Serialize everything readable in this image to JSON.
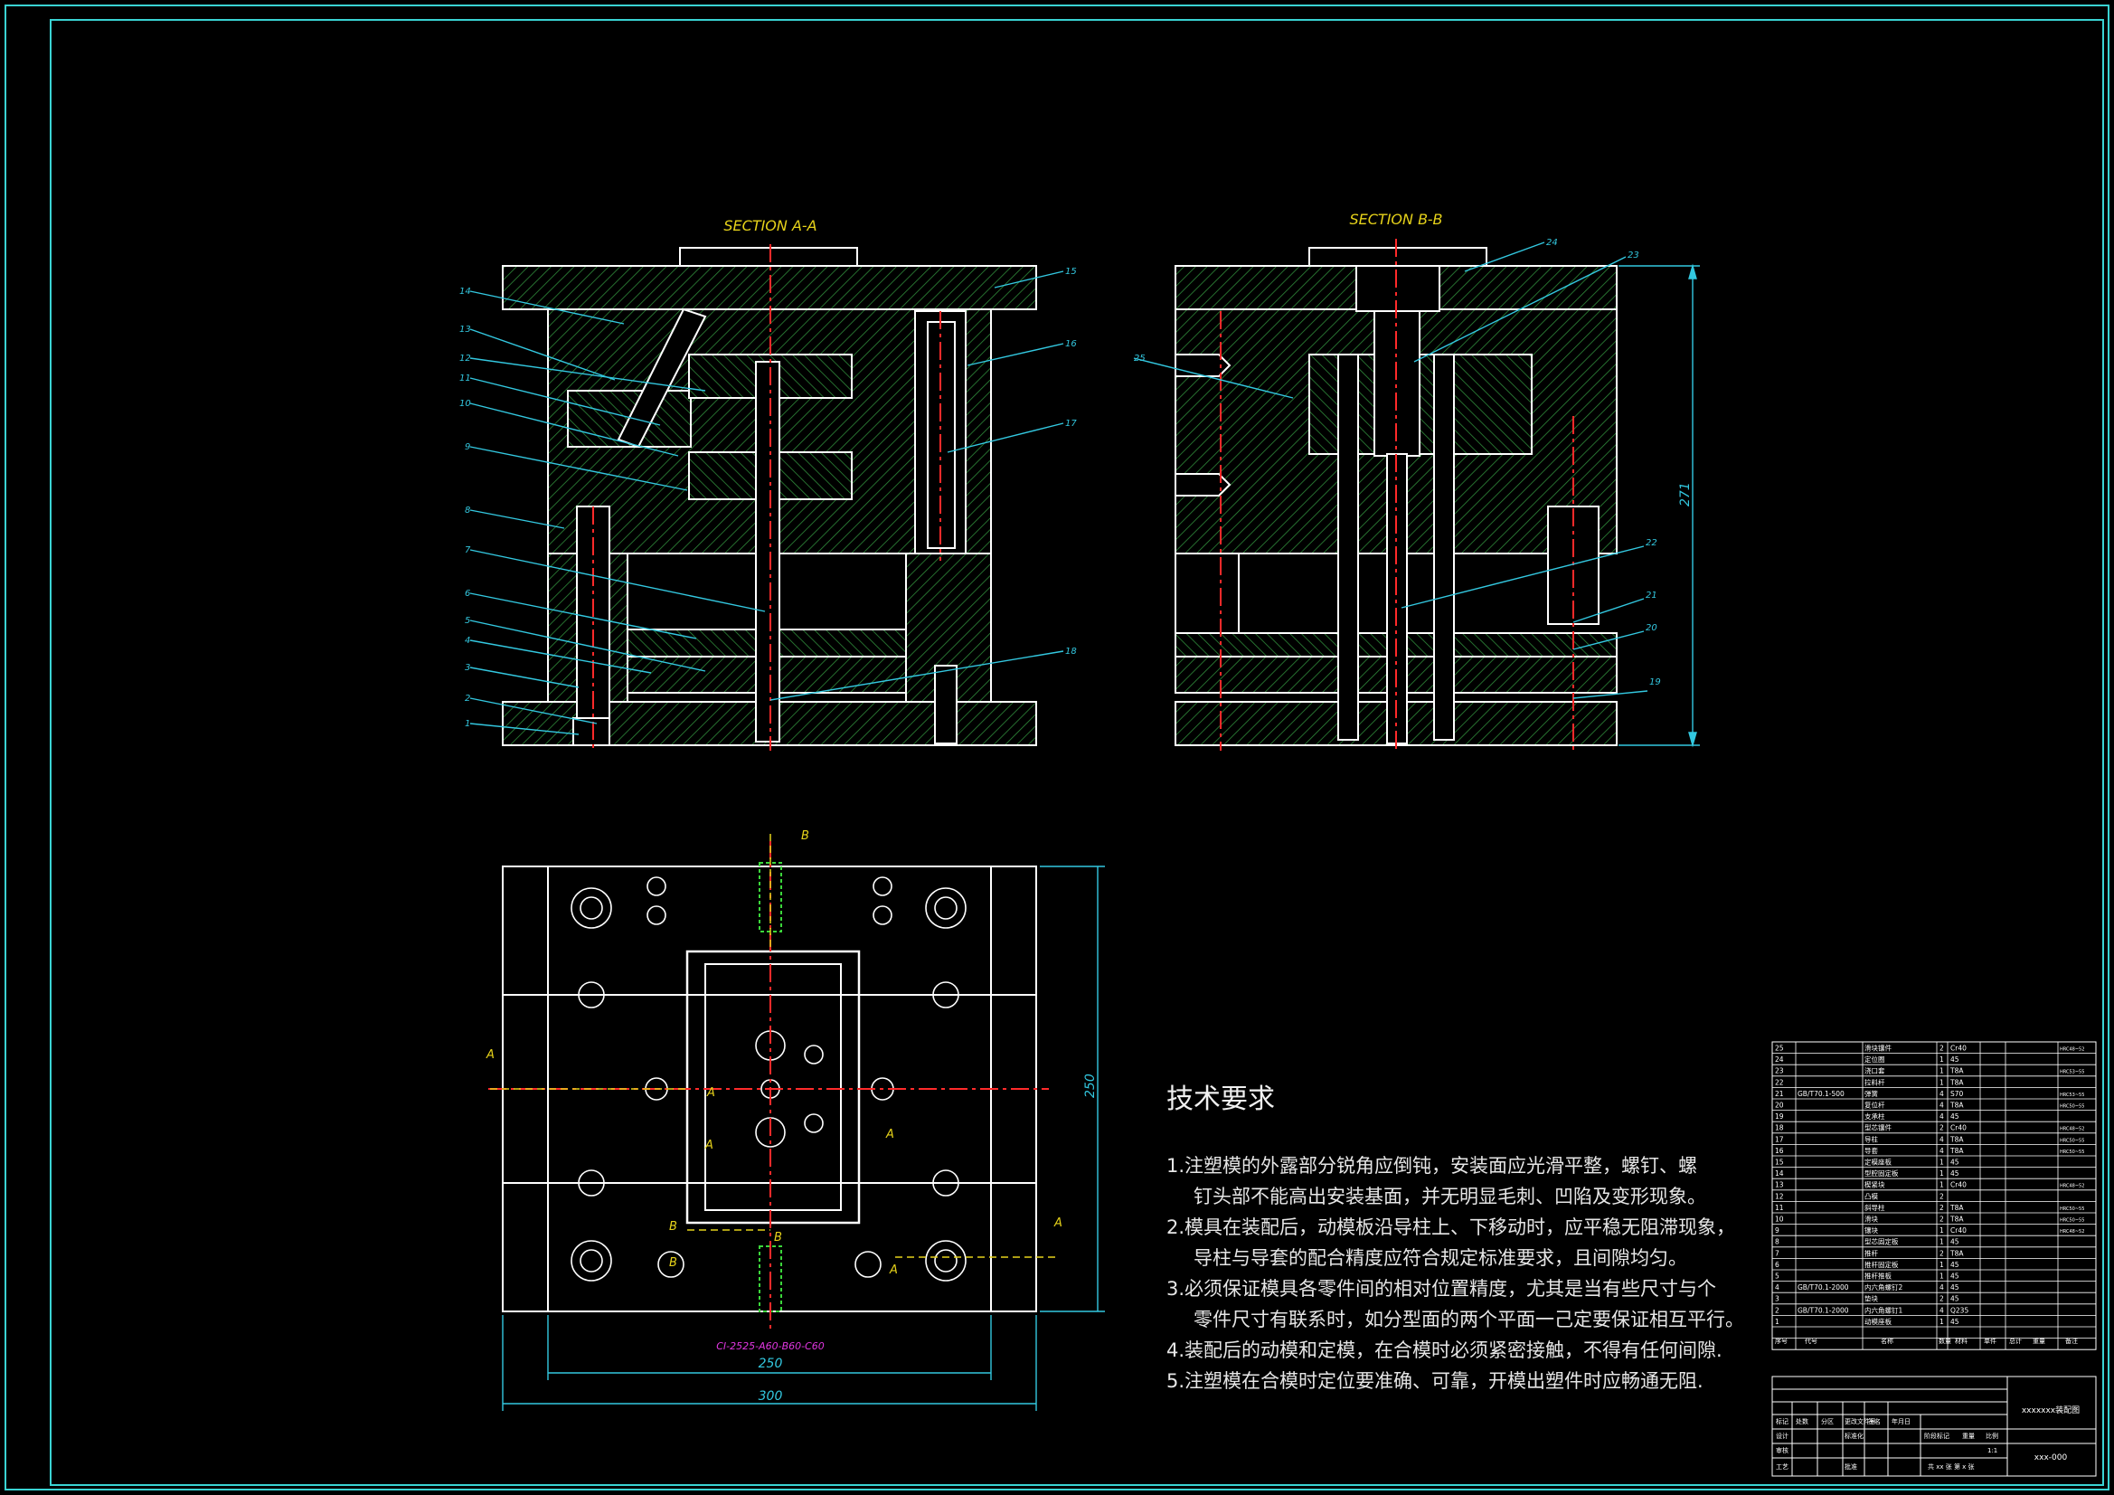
{
  "views": {
    "section_a": {
      "title": "SECTION A-A"
    },
    "section_b": {
      "title": "SECTION B-B"
    },
    "plan": {
      "mold_base_code": "CI-2525-A60-B60-C60",
      "section_marks": [
        "A",
        "A",
        "A",
        "A",
        "A",
        "A",
        "B",
        "B",
        "B",
        "B"
      ]
    }
  },
  "callouts": [
    "1",
    "2",
    "3",
    "4",
    "5",
    "6",
    "7",
    "8",
    "9",
    "10",
    "11",
    "12",
    "13",
    "14",
    "15",
    "16",
    "17",
    "18",
    "19",
    "20",
    "21",
    "22",
    "23",
    "24",
    "25"
  ],
  "dimensions": {
    "height": "271",
    "width_250_plan": "250",
    "width_250_bottom": "250",
    "width_300": "300"
  },
  "technical_requirements": {
    "title": "技术要求",
    "items": [
      "1.注塑模的外露部分锐角应倒钝，安装面应光滑平整，螺钉、螺",
      "钉头部不能高出安装基面，并无明显毛刺、凹陷及变形现象。",
      "2.模具在装配后，动模板沿导柱上、下移动时，应平稳无阻滞现象，",
      "导柱与导套的配合精度应符合规定标准要求，且间隙均匀。",
      "3.必须保证模具各零件间的相对位置精度，尤其是当有些尺寸与个",
      "零件尺寸有联系时，如分型面的两个平面一己定要保证相互平行。",
      "4.装配后的动模和定模，在合模时必须紧密接触，不得有任何间隙.",
      "5.注塑模在合模时定位要准确、可靠，开模出塑件时应畅通无阻."
    ]
  },
  "bom": {
    "rows": [
      {
        "no": "25",
        "std": "",
        "name": "滑块镶件",
        "qty": "2",
        "mat": "Cr40",
        "note": "HRC48~52"
      },
      {
        "no": "24",
        "std": "",
        "name": "定位圈",
        "qty": "1",
        "mat": "45",
        "note": ""
      },
      {
        "no": "23",
        "std": "",
        "name": "浇口套",
        "qty": "1",
        "mat": "T8A",
        "note": "HRC53~55"
      },
      {
        "no": "22",
        "std": "",
        "name": "拉料杆",
        "qty": "1",
        "mat": "T8A",
        "note": ""
      },
      {
        "no": "21",
        "std": "GB/T70.1-500",
        "name": "弹簧",
        "qty": "4",
        "mat": "S70",
        "note": "HRC53~55"
      },
      {
        "no": "20",
        "std": "",
        "name": "复位杆",
        "qty": "4",
        "mat": "T8A",
        "note": "HRC50~55"
      },
      {
        "no": "19",
        "std": "",
        "name": "支承柱",
        "qty": "4",
        "mat": "45",
        "note": ""
      },
      {
        "no": "18",
        "std": "",
        "name": "型芯镶件",
        "qty": "2",
        "mat": "Cr40",
        "note": "HRC48~52"
      },
      {
        "no": "17",
        "std": "",
        "name": "导柱",
        "qty": "4",
        "mat": "T8A",
        "note": "HRC50~55"
      },
      {
        "no": "16",
        "std": "",
        "name": "导套",
        "qty": "4",
        "mat": "T8A",
        "note": "HRC50~55"
      },
      {
        "no": "15",
        "std": "",
        "name": "定模座板",
        "qty": "1",
        "mat": "45",
        "note": ""
      },
      {
        "no": "14",
        "std": "",
        "name": "型腔固定板",
        "qty": "1",
        "mat": "45",
        "note": ""
      },
      {
        "no": "13",
        "std": "",
        "name": "楔紧块",
        "qty": "1",
        "mat": "Cr40",
        "note": "HRC48~52"
      },
      {
        "no": "12",
        "std": "",
        "name": "凸模",
        "qty": "2",
        "mat": "",
        "note": ""
      },
      {
        "no": "11",
        "std": "",
        "name": "斜导柱",
        "qty": "2",
        "mat": "T8A",
        "note": "HRC50~55"
      },
      {
        "no": "10",
        "std": "",
        "name": "滑块",
        "qty": "2",
        "mat": "T8A",
        "note": "HRC50~55"
      },
      {
        "no": "9",
        "std": "",
        "name": "镶块",
        "qty": "1",
        "mat": "Cr40",
        "note": "HRC48~52"
      },
      {
        "no": "8",
        "std": "",
        "name": "型芯固定板",
        "qty": "1",
        "mat": "45",
        "note": ""
      },
      {
        "no": "7",
        "std": "",
        "name": "推杆",
        "qty": "2",
        "mat": "T8A",
        "note": ""
      },
      {
        "no": "6",
        "std": "",
        "name": "推杆固定板",
        "qty": "1",
        "mat": "45",
        "note": ""
      },
      {
        "no": "5",
        "std": "",
        "name": "推杆推板",
        "qty": "1",
        "mat": "45",
        "note": ""
      },
      {
        "no": "4",
        "std": "GB/T70.1-2000",
        "name": "内六角螺钉2",
        "qty": "4",
        "mat": "45",
        "note": ""
      },
      {
        "no": "3",
        "std": "",
        "name": "垫块",
        "qty": "2",
        "mat": "45",
        "note": ""
      },
      {
        "no": "2",
        "std": "GB/T70.1-2000",
        "name": "内六角螺钉1",
        "qty": "4",
        "mat": "Q235",
        "note": ""
      },
      {
        "no": "1",
        "std": "",
        "name": "动模座板",
        "qty": "1",
        "mat": "45",
        "note": ""
      }
    ],
    "header": {
      "no": "序号",
      "std": "代号",
      "name": "名称",
      "qty": "数量",
      "mat": "材料",
      "single": "单件",
      "total": "总计",
      "weight": "重量",
      "note": "备注"
    }
  },
  "title_block": {
    "drawing_name": "xxxxxxx装配图",
    "drawing_no": "xxx-000",
    "scale": "1:1",
    "sheets": "共 xx 张  第 x 张",
    "labels": {
      "mark": "标记",
      "count": "处数",
      "zone": "分区",
      "change_doc": "更改文件号",
      "signature": "签名",
      "date": "年月日",
      "design": "设计",
      "standardize": "标准化",
      "review": "审核",
      "process": "工艺",
      "approve": "批准",
      "stage_mark": "阶段标记",
      "weight": "重量",
      "ratio": "比例"
    }
  },
  "colors": {
    "outline": "#ffffff",
    "hatch": "#2f8a3a",
    "frame": "#3ad3d3",
    "leader": "#33c8e0",
    "center": "#ff2a2a",
    "title_yellow": "#e6d21a",
    "hidden": "#e6d21a",
    "magenta": "#e036e0"
  }
}
